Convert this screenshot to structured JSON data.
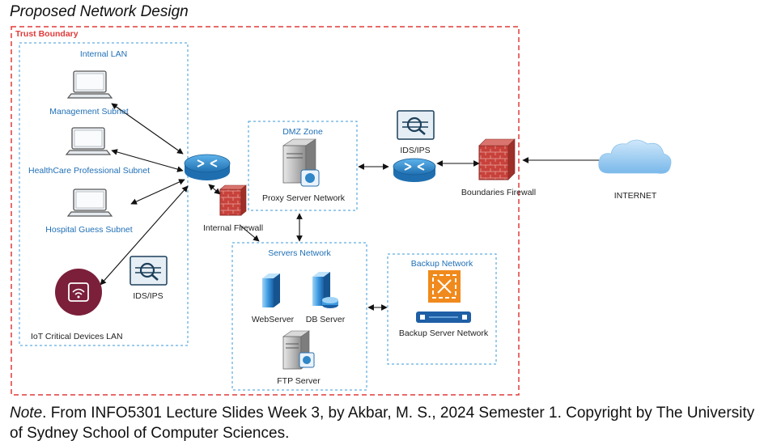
{
  "title": "Proposed Network Design",
  "boundary_label": "Trust Boundary",
  "groups": {
    "internal_lan": "Internal LAN",
    "dmz": "DMZ Zone",
    "servers": "Servers Network",
    "backup": "Backup Network"
  },
  "nodes": {
    "management": "Management Subnet",
    "healthcare": "HealthCare Professional Subnet",
    "hospital": "Hospital Guess Subnet",
    "iot": "IoT Critical Devices LAN",
    "ids_lan": "IDS/IPS",
    "internal_firewall": "Internal Firewall",
    "proxy": "Proxy Server Network",
    "ids_edge": "IDS/IPS",
    "boundary_firewall": "Boundaries Firewall",
    "internet": "INTERNET",
    "webserver": "WebServer",
    "dbserver": "DB Server",
    "ftpserver": "FTP Server",
    "backup_server": "Backup Server Network"
  },
  "note": {
    "lead": "Note",
    "text": ". From INFO5301 Lecture Slides Week 3, by Akbar, M. S., 2024 Semester 1. Copyright by The University of Sydney School of Computer Sciences."
  },
  "colors": {
    "trust_boundary": "#e03a3a",
    "group_border": "#3a9ad9",
    "group_label": "#1f6fb6",
    "router": "#2f86c8",
    "firewall": "#c8413b",
    "iot": "#7b1f3b",
    "backup": "#f08a1d"
  }
}
